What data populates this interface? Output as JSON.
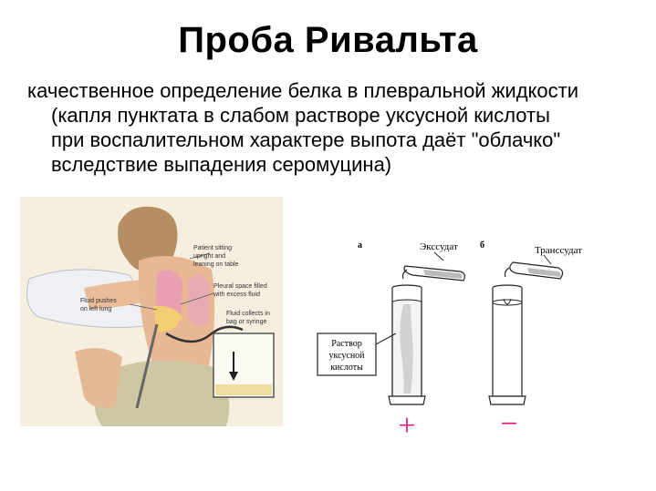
{
  "slide": {
    "title": "Проба Ривальта",
    "description": {
      "line1": "качественное определение белка в плевральной жидкости",
      "line2": "(капля пунктата в слабом растворе уксусной кислоты",
      "line3": "при воспалительном характере выпота даёт \"облачко\"",
      "line4": "вследствие выпадения серомуцина)"
    }
  },
  "illustration": {
    "label_patient_1": "Patient sitting",
    "label_patient_2": "upright and",
    "label_patient_3": "leaning on table",
    "label_pleural_1": "Pleural space filled",
    "label_pleural_2": "with excess fluid",
    "label_lung_1": "Fluid pushes",
    "label_lung_2": "on left lung",
    "label_collect_1": "Fluid collects in",
    "label_collect_2": "bag or syringe"
  },
  "test_diagram": {
    "panel_a_letter": "а",
    "panel_b_letter": "б",
    "exudate_label": "Экссудат",
    "transudate_label": "Транссудат",
    "solution_label_1": "Раствор",
    "solution_label_2": "уксусной",
    "solution_label_3": "кислоты",
    "result_a": "+",
    "result_b": "−",
    "result_color": "#e0187a"
  }
}
